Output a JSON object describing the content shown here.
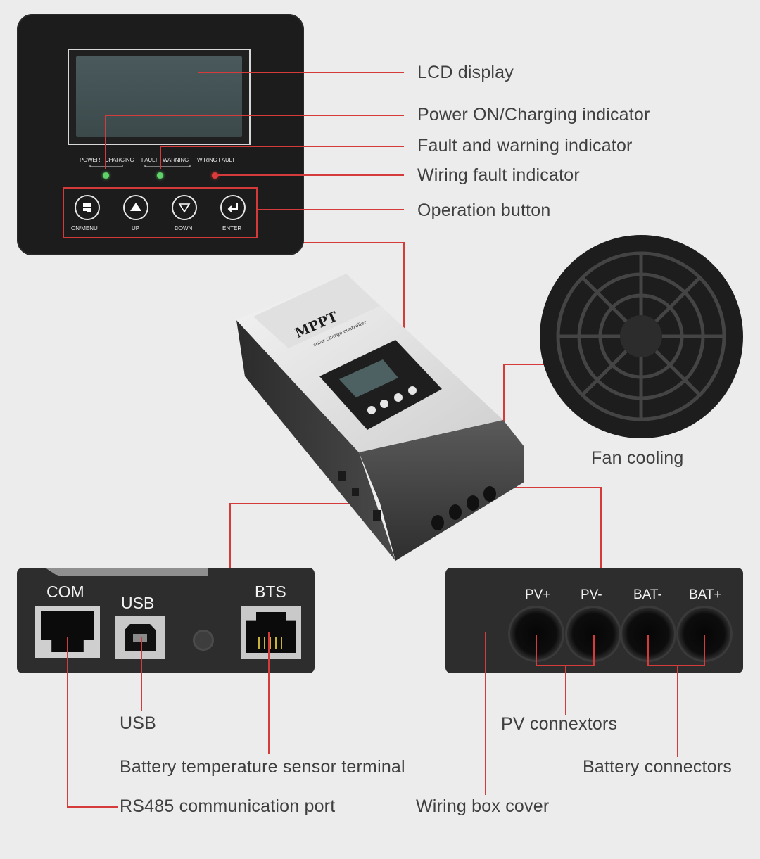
{
  "front_panel": {
    "indicator_labels": {
      "power": "POWER",
      "charging": "CHARGING",
      "fault": "FAULT",
      "warning": "WARNING",
      "wiring_fault": "WIRING FAULT"
    },
    "buttons": {
      "on_menu": "ON/MENU",
      "up": "UP",
      "down": "DOWN",
      "enter": "ENTER"
    }
  },
  "device": {
    "brand": "MPPT",
    "subtitle": "solar charge controller"
  },
  "callouts": {
    "lcd_display": "LCD display",
    "power_indicator": "Power ON/Charging indicator",
    "fault_indicator": "Fault and warning indicator",
    "wiring_fault_indicator": "Wiring fault indicator",
    "operation_button": "Operation button",
    "fan_cooling": "Fan cooling",
    "usb": "USB",
    "bts": "Battery temperature sensor terminal",
    "rs485": "RS485 communication port",
    "pv_connectors": "PV connextors",
    "battery_connectors": "Battery connectors",
    "wiring_box_cover": "Wiring box cover"
  },
  "ports_left": {
    "com": "COM",
    "usb": "USB",
    "bts": "BTS"
  },
  "ports_right": {
    "pv_plus": "PV+",
    "pv_minus": "PV-",
    "bat_minus": "BAT-",
    "bat_plus": "BAT+"
  },
  "colors": {
    "leader_line": "#d63b3b",
    "led_green": "#5fd36a",
    "led_red": "#e23a3a",
    "panel_dark": "#1c1c1c",
    "background": "#ececec"
  }
}
